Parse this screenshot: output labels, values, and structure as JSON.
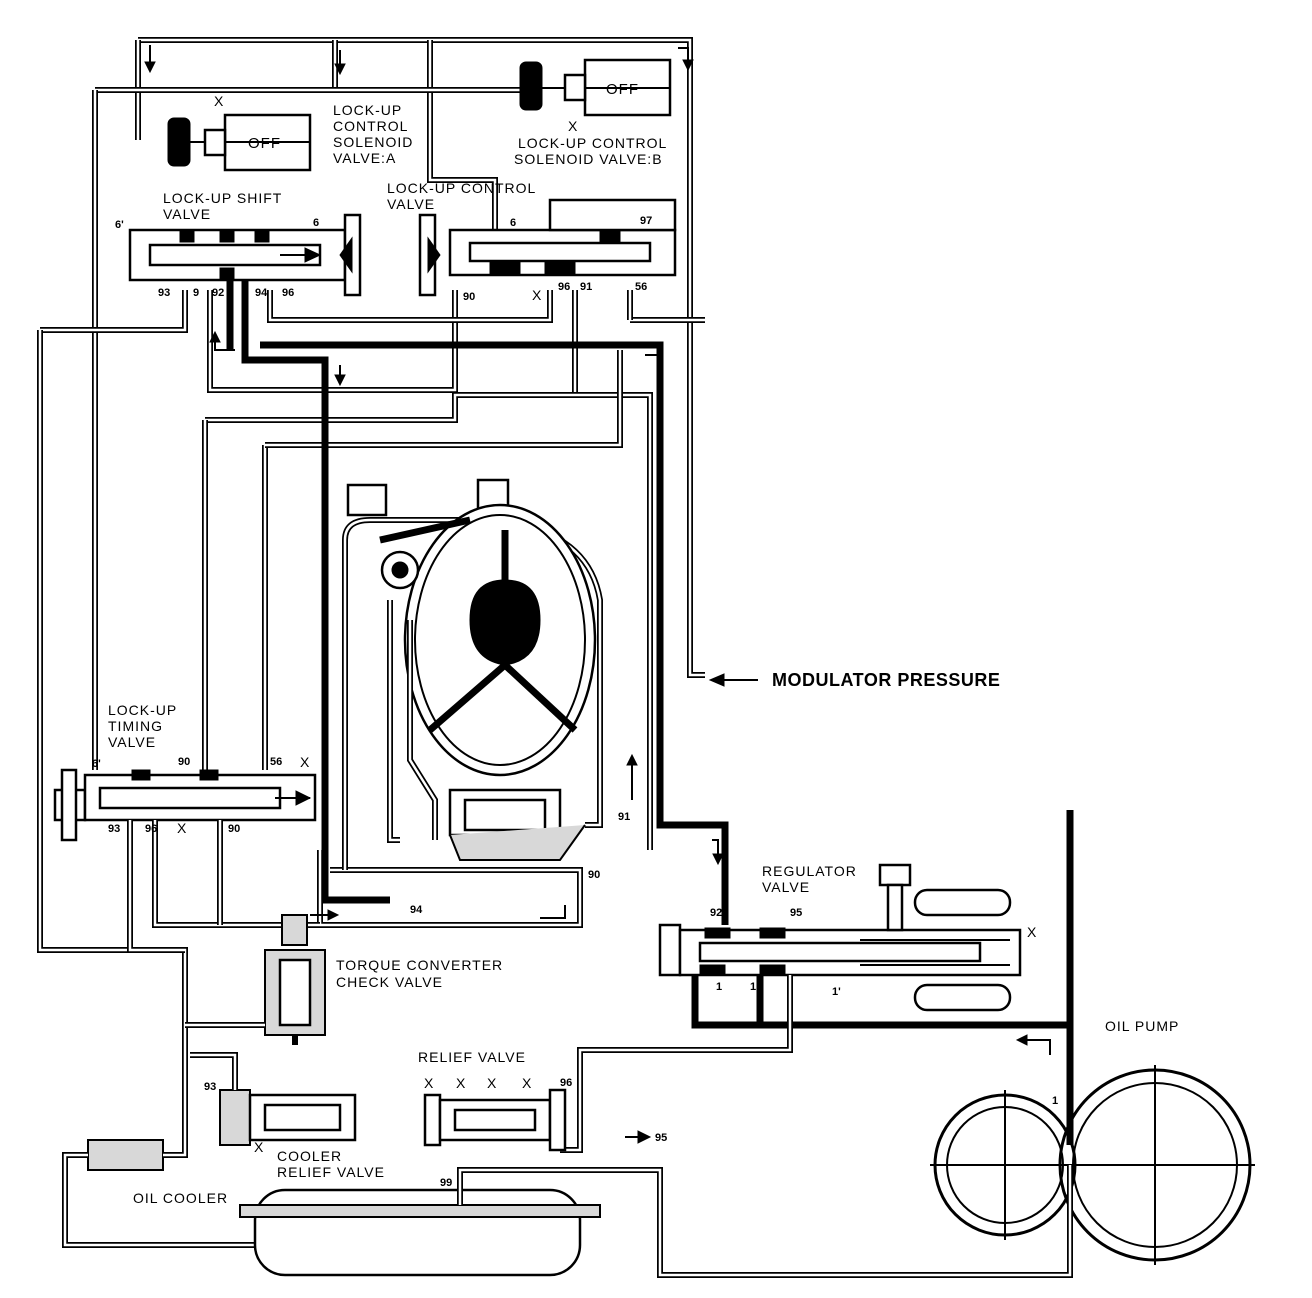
{
  "labels": {
    "lockup_control_solenoid_a": [
      "LOCK-UP",
      "CONTROL",
      "SOLENOID",
      "VALVE:A"
    ],
    "lockup_control_solenoid_b": [
      "LOCK-UP CONTROL",
      "SOLENOID VALVE:B"
    ],
    "lockup_shift_valve": [
      "LOCK-UP SHIFT",
      "VALVE"
    ],
    "lockup_control_valve": [
      "LOCK-UP CONTROL",
      "VALVE"
    ],
    "lockup_timing_valve": [
      "LOCK-UP",
      "TIMING",
      "VALVE"
    ],
    "modulator_pressure": "MODULATOR PRESSURE",
    "regulator_valve": [
      "REGULATOR",
      "VALVE"
    ],
    "torque_converter_check_valve": [
      "TORQUE CONVERTER",
      "CHECK VALVE"
    ],
    "relief_valve": "RELIEF VALVE",
    "cooler_relief_valve": [
      "COOLER",
      "RELIEF VALVE"
    ],
    "oil_cooler": "OIL COOLER",
    "oil_pump": "OIL PUMP",
    "solenoid_state_a": "OFF",
    "solenoid_state_b": "OFF"
  },
  "port_numbers": {
    "p6p_top": "6'",
    "p6_top": "6",
    "p6b": "6",
    "p97": "97",
    "p93_top": "93",
    "p9": "9",
    "p92_top": "92",
    "p94_top": "94",
    "p96_top": "96",
    "p90_top": "90",
    "p96_ctrl": "96",
    "p91_top": "91",
    "p56_top": "56",
    "p6p_mid": "6'",
    "p90_mid": "90",
    "p56_mid": "56",
    "p93_mid": "93",
    "p96_mid": "96",
    "p90_mid2": "90",
    "p91_mid": "91",
    "p90_right": "90",
    "p94_bot": "94",
    "p92_reg": "92",
    "p95_reg": "95",
    "p1a": "1",
    "p1b": "1",
    "p1c": "1'",
    "p93_bot": "93",
    "p96_bot": "96",
    "p95_out": "95",
    "p99": "99",
    "p1_pump": "1"
  },
  "x_marks": "X"
}
